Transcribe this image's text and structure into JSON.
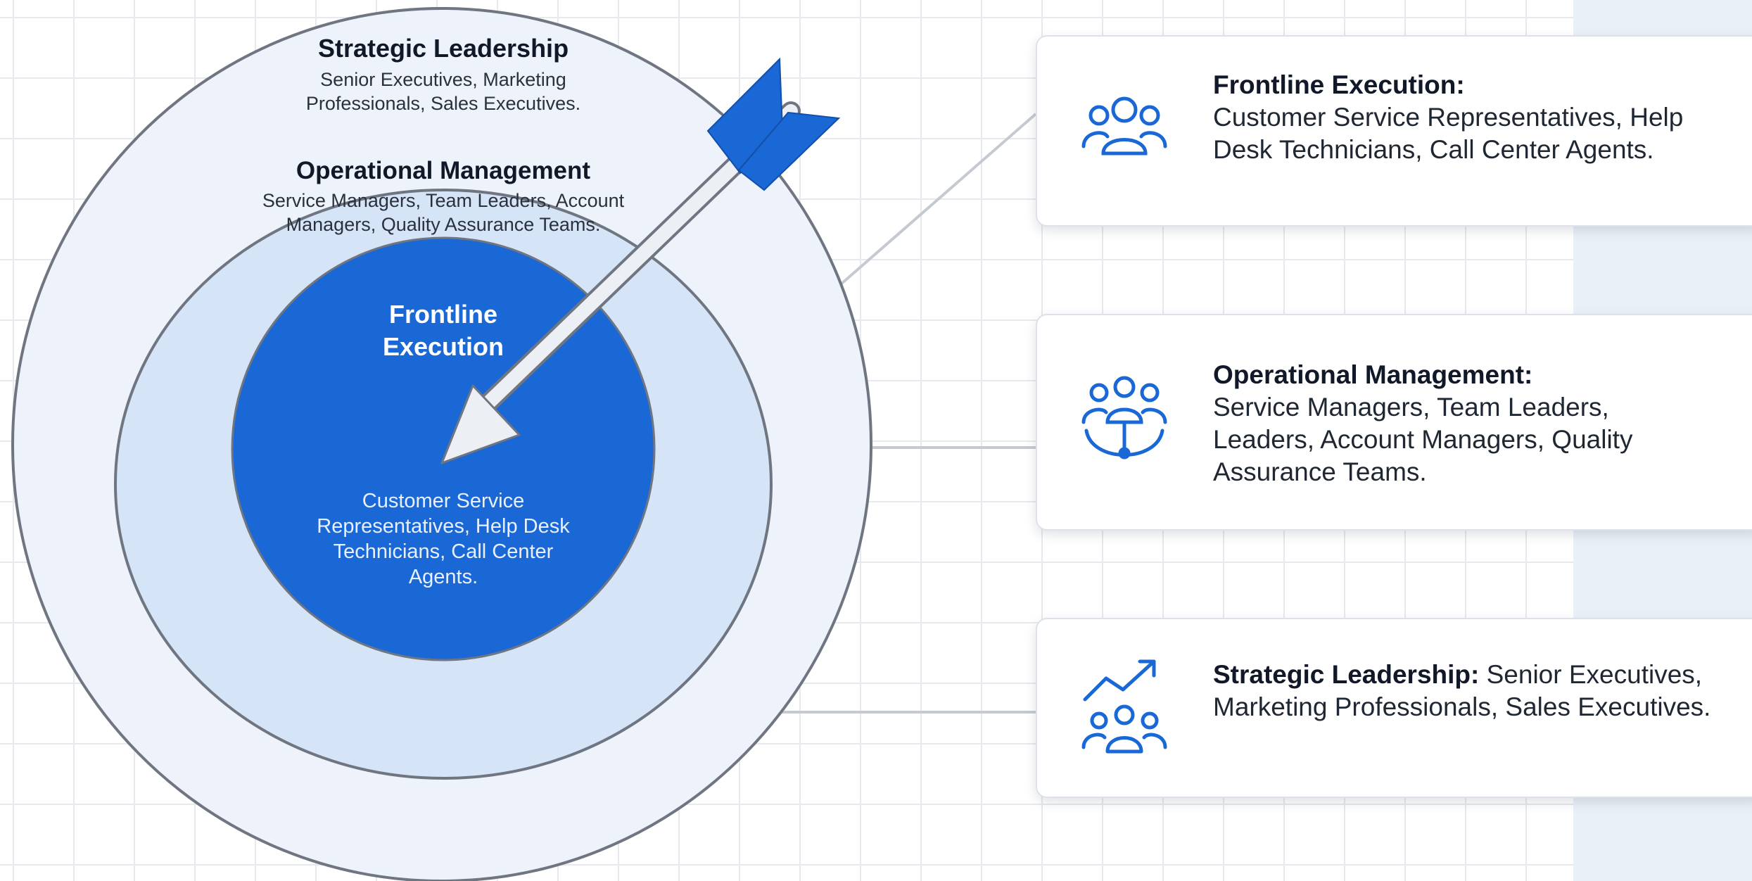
{
  "colors": {
    "accent_blue": "#1a67d6",
    "mid_ring": "#d6e4f8",
    "outer_ring": "#eef3fb",
    "ring_stroke": "#6f7682",
    "connector": "#c5cad2"
  },
  "rings": {
    "strategic": {
      "title": "Strategic Leadership",
      "subtitle": "Senior Executives, Marketing Professionals, Sales Executives."
    },
    "operational": {
      "title": "Operational Management",
      "subtitle": "Service Managers, Team Leaders, Account Managers, Quality Assurance Teams."
    },
    "frontline": {
      "title": "Frontline Execution",
      "subtitle": "Customer Service Representatives, Help Desk Technicians, Call Center Agents."
    }
  },
  "cards": {
    "frontline": {
      "title": "Frontline Execution:",
      "body": "Customer Service Representatives, Help Desk Technicians, Call Center Agents.",
      "icon": "team-group-icon"
    },
    "operational": {
      "title": "Operational Management:",
      "body": "Service Managers, Team Leaders, Leaders, Account Managers, Quality Assurance Teams.",
      "icon": "team-hierarchy-icon"
    },
    "strategic": {
      "title": "Strategic Leadership:",
      "body": "Senior Executives, Marketing Professionals, Sales Executives.",
      "icon": "growth-team-icon"
    }
  }
}
